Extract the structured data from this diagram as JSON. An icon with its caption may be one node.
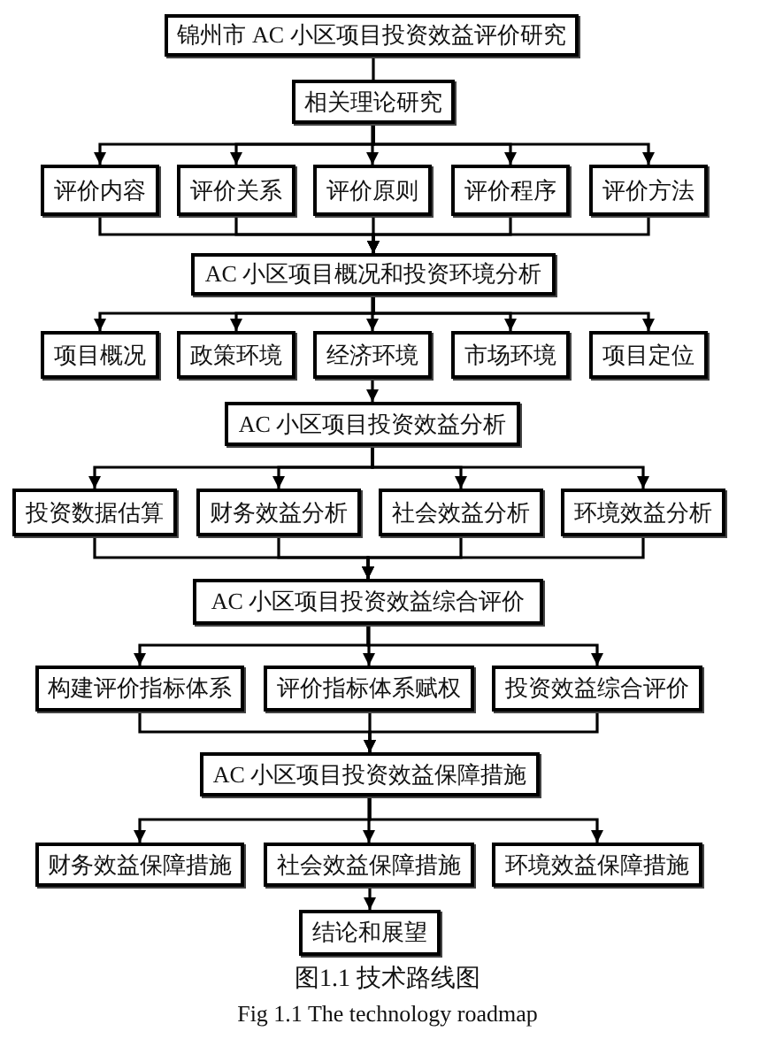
{
  "diagram": {
    "nodes": [
      {
        "text": [
          "锦州市 AC 小区项目投资效益评价研究"
        ]
      },
      {
        "text": [
          "相关理论研究"
        ]
      },
      {
        "text": [
          "评价内容"
        ]
      },
      {
        "text": [
          "评价关系"
        ]
      },
      {
        "text": [
          "评价原则"
        ]
      },
      {
        "text": [
          "评价程序"
        ]
      },
      {
        "text": [
          "评价方法"
        ]
      },
      {
        "text": [
          "AC 小区项目概况和投资环境分析"
        ]
      },
      {
        "text": [
          "项目概况"
        ]
      },
      {
        "text": [
          "政策环境"
        ]
      },
      {
        "text": [
          "经济环境"
        ]
      },
      {
        "text": [
          "市场环境"
        ]
      },
      {
        "text": [
          "项目定位"
        ]
      },
      {
        "text": [
          "AC 小区项目投资效益分析"
        ]
      },
      {
        "text": [
          "投资数据估算"
        ]
      },
      {
        "text": [
          "财务效益分析"
        ]
      },
      {
        "text": [
          "社会效益分析"
        ]
      },
      {
        "text": [
          "环境效益分析"
        ]
      },
      {
        "text": [
          "AC 小区项目投资效益综合评价"
        ]
      },
      {
        "text": [
          "构建评价指标体系"
        ]
      },
      {
        "text": [
          "评价指标体系赋权"
        ]
      },
      {
        "text": [
          "投资效益综合评价"
        ]
      },
      {
        "text": [
          "AC 小区项目投资效益保障措施"
        ]
      },
      {
        "text": [
          "财务效益保障措施"
        ]
      },
      {
        "text": [
          "社会效益保障措施"
        ]
      },
      {
        "text": [
          "环境效益保障措施"
        ]
      },
      {
        "text": [
          "结论和展望"
        ]
      }
    ],
    "edges": [
      {
        "from": 0,
        "to": 1,
        "arrow": "none"
      },
      {
        "from": 1,
        "to": 2,
        "arrow": "to"
      },
      {
        "from": 1,
        "to": 3,
        "arrow": "to"
      },
      {
        "from": 1,
        "to": 4,
        "arrow": "to"
      },
      {
        "from": 1,
        "to": 5,
        "arrow": "to"
      },
      {
        "from": 1,
        "to": 6,
        "arrow": "to"
      },
      {
        "from": 2,
        "to": 7,
        "arrow": "to"
      },
      {
        "from": 3,
        "to": 7,
        "arrow": "to"
      },
      {
        "from": 4,
        "to": 7,
        "arrow": "to"
      },
      {
        "from": 5,
        "to": 7,
        "arrow": "to"
      },
      {
        "from": 6,
        "to": 7,
        "arrow": "to"
      },
      {
        "from": 7,
        "to": 8,
        "arrow": "to"
      },
      {
        "from": 7,
        "to": 9,
        "arrow": "to"
      },
      {
        "from": 7,
        "to": 10,
        "arrow": "to"
      },
      {
        "from": 7,
        "to": 11,
        "arrow": "to"
      },
      {
        "from": 7,
        "to": 12,
        "arrow": "to"
      },
      {
        "from": 10,
        "to": 13,
        "arrow": "to"
      },
      {
        "from": 13,
        "to": 14,
        "arrow": "to"
      },
      {
        "from": 13,
        "to": 15,
        "arrow": "to"
      },
      {
        "from": 13,
        "to": 16,
        "arrow": "to"
      },
      {
        "from": 13,
        "to": 17,
        "arrow": "to"
      },
      {
        "from": 14,
        "to": 18,
        "arrow": "to"
      },
      {
        "from": 15,
        "to": 18,
        "arrow": "to"
      },
      {
        "from": 16,
        "to": 18,
        "arrow": "to"
      },
      {
        "from": 17,
        "to": 18,
        "arrow": "to"
      },
      {
        "from": 18,
        "to": 19,
        "arrow": "to"
      },
      {
        "from": 18,
        "to": 20,
        "arrow": "to"
      },
      {
        "from": 18,
        "to": 21,
        "arrow": "to"
      },
      {
        "from": 19,
        "to": 22,
        "arrow": "to"
      },
      {
        "from": 20,
        "to": 22,
        "arrow": "to"
      },
      {
        "from": 21,
        "to": 22,
        "arrow": "to"
      },
      {
        "from": 22,
        "to": 23,
        "arrow": "to"
      },
      {
        "from": 22,
        "to": 24,
        "arrow": "to"
      },
      {
        "from": 22,
        "to": 25,
        "arrow": "to"
      },
      {
        "from": 24,
        "to": 26,
        "arrow": "to"
      }
    ],
    "caption": "图1.1 技术路线图",
    "labels": [
      "Fig 1.1 The technology roadmap"
    ]
  }
}
